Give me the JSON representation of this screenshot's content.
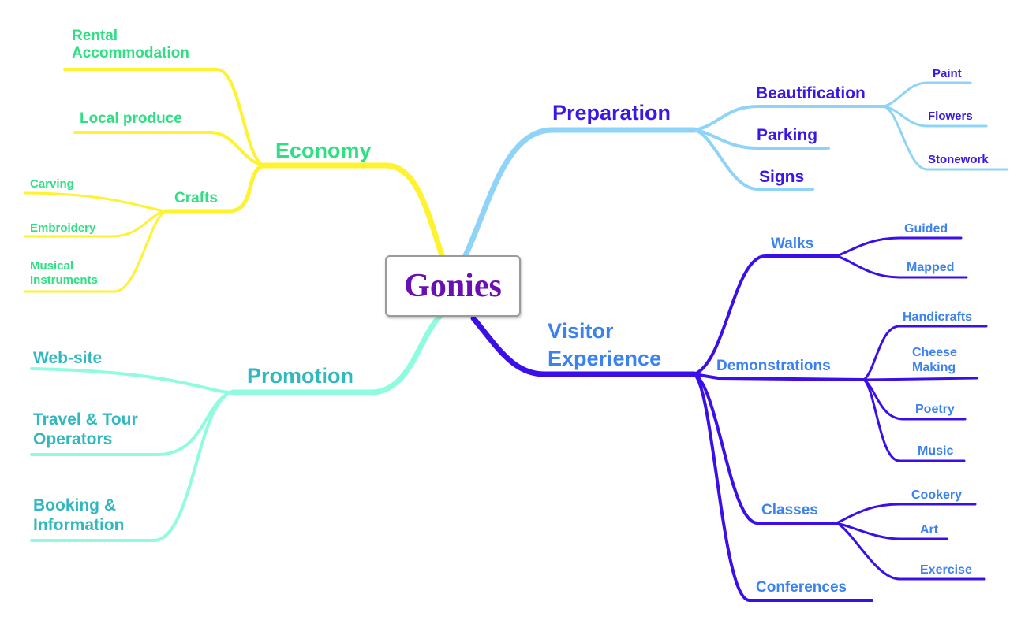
{
  "center": {
    "title": "Gonies"
  },
  "colors": {
    "economy_branch": "#FFF22E",
    "promotion_branch": "#8FFCE0",
    "preparation_branch": "#8FD4F8",
    "visitor_branch": "#3A0FEA",
    "economy_text": "#2EE082",
    "promotion_text": "#2FB8BE",
    "preparation_text": "#3A17E6",
    "visitor_text": "#3B82F0",
    "center_text": "#6B0FB0"
  },
  "economy": {
    "label": "Economy",
    "rental": {
      "line1": "Rental",
      "line2": "Accommodation"
    },
    "local_produce": "Local produce",
    "crafts": {
      "label": "Crafts",
      "carving": "Carving",
      "embroidery": "Embroidery",
      "musical": {
        "line1": "Musical",
        "line2": "Instruments"
      }
    }
  },
  "promotion": {
    "label": "Promotion",
    "website": "Web-site",
    "travel": {
      "line1": "Travel & Tour",
      "line2": "Operators"
    },
    "booking": {
      "line1": "Booking &",
      "line2": "Information"
    }
  },
  "preparation": {
    "label": "Preparation",
    "beautification": {
      "label": "Beautification",
      "paint": "Paint",
      "flowers": "Flowers",
      "stonework": "Stonework"
    },
    "parking": "Parking",
    "signs": "Signs"
  },
  "visitor": {
    "label": {
      "line1": "Visitor",
      "line2": "Experience"
    },
    "walks": {
      "label": "Walks",
      "guided": "Guided",
      "mapped": "Mapped"
    },
    "demonstrations": {
      "label": "Demonstrations",
      "handicrafts": "Handicrafts",
      "cheese": {
        "line1": "Cheese",
        "line2": "Making"
      },
      "poetry": "Poetry",
      "music": "Music"
    },
    "classes": {
      "label": "Classes",
      "cookery": "Cookery",
      "art": "Art",
      "exercise": "Exercise"
    },
    "conferences": "Conferences"
  }
}
